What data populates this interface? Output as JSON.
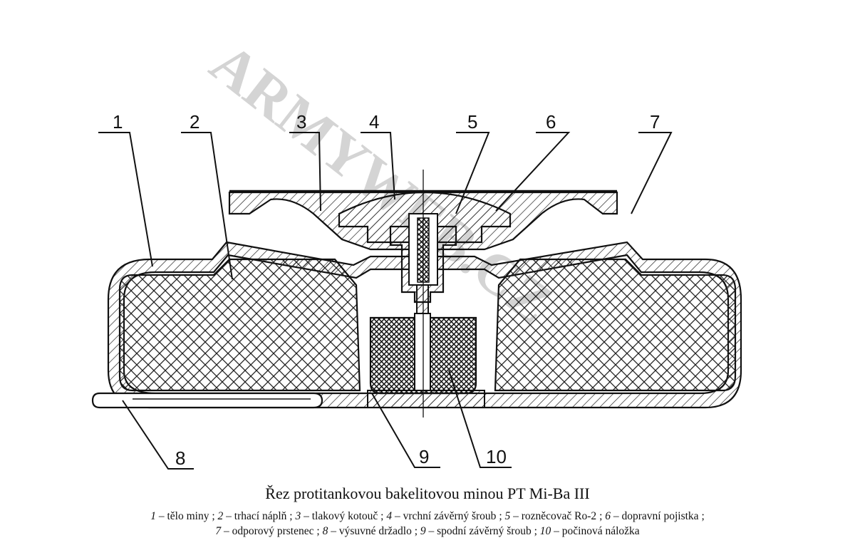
{
  "watermark": "ARMYWEB.CZ",
  "title": "Řez protitankovou bakelitovou minou PT Mi-Ba III",
  "labels": [
    "1",
    "2",
    "3",
    "4",
    "5",
    "6",
    "7",
    "8",
    "9",
    "10"
  ],
  "legend_items": [
    {
      "num": "1",
      "text": "tělo miny"
    },
    {
      "num": "2",
      "text": "trhací náplň"
    },
    {
      "num": "3",
      "text": "tlakový kotouč"
    },
    {
      "num": "4",
      "text": "vrchní závěrný šroub"
    },
    {
      "num": "5",
      "text": "rozněcovač Ro-2"
    },
    {
      "num": "6",
      "text": "dopravní pojistka"
    },
    {
      "num": "7",
      "text": "odporový prstenec"
    },
    {
      "num": "8",
      "text": "výsuvné držadlo"
    },
    {
      "num": "9",
      "text": "spodní závěrný šroub"
    },
    {
      "num": "10",
      "text": "počinová náložka"
    }
  ],
  "colors": {
    "ink": "#111111",
    "paper": "#ffffff",
    "watermark": "#d4d4d4"
  }
}
